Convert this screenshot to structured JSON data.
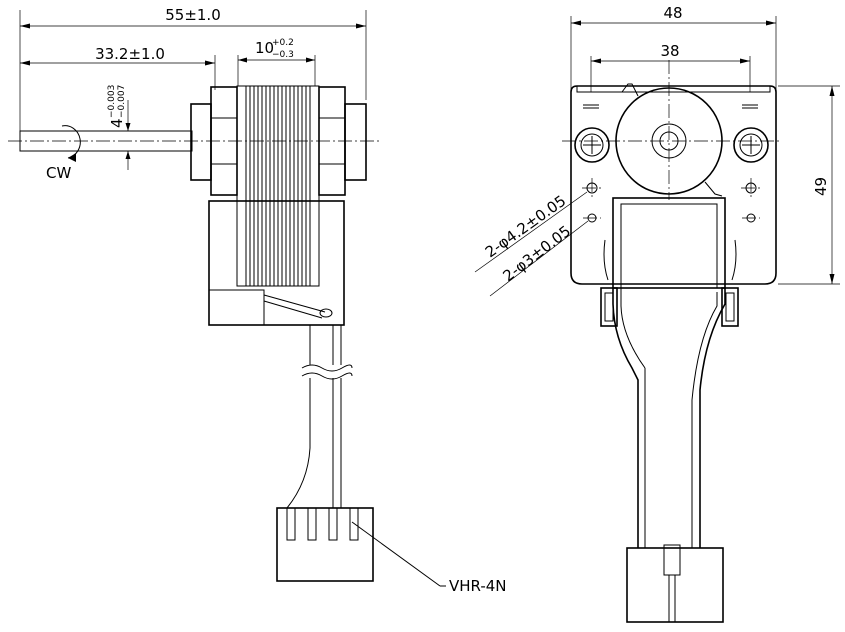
{
  "side_view": {
    "overall_length_dim": "55±1.0",
    "shaft_length_dim": "33.2±1.0",
    "coil_width_dim": "10",
    "coil_tol_upper": "+0.2",
    "coil_tol_lower": "−0.3",
    "shaft_dia_dim": "4",
    "shaft_tol_upper": "−0.003",
    "shaft_tol_lower": "−0.007",
    "rotation_label": "CW",
    "connector_label": "VHR-4N"
  },
  "front_view": {
    "width_outer_dim": "48",
    "width_inner_dim": "38",
    "height_dim": "49",
    "hole_large_callout": "2-φ4.2±0.05",
    "hole_small_callout": "2-φ3±0.05"
  }
}
